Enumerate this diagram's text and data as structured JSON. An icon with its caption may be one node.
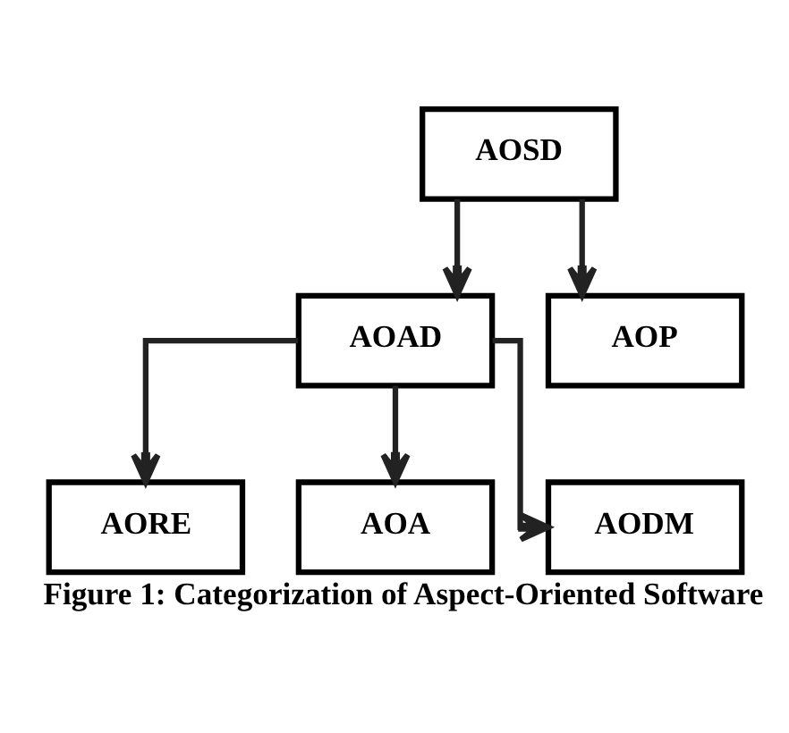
{
  "diagram": {
    "caption": "Figure 1: Categorization of Aspect-Oriented Software",
    "nodes": [
      {
        "text": [
          "AOSD"
        ]
      },
      {
        "text": [
          "AOAD"
        ]
      },
      {
        "text": [
          "AOP"
        ]
      },
      {
        "text": [
          "AORE"
        ]
      },
      {
        "text": [
          "AOA"
        ]
      },
      {
        "text": [
          "AODM"
        ]
      }
    ],
    "edges": [
      {
        "from": 0,
        "to": 1,
        "arrow": "to"
      },
      {
        "from": 0,
        "to": 2,
        "arrow": "to"
      },
      {
        "from": 1,
        "to": 3,
        "arrow": "to"
      },
      {
        "from": 1,
        "to": 4,
        "arrow": "to"
      },
      {
        "from": 1,
        "to": 5,
        "arrow": "to"
      }
    ]
  }
}
